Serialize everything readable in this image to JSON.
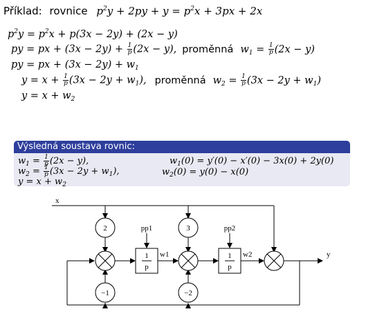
{
  "title": {
    "label": "Příklad:",
    "word": "rovnice",
    "equation": "p²y + 2py + y = p²x + 3px + 2x"
  },
  "derivation": {
    "line1": "p²y = p²x + p(3x − 2y) + (2x − y)",
    "line2": "py = px + (3x − 2y) + ¹⁄ₚ(2x − y),",
    "line2_label": "proměnná",
    "line2_var": "w₁ = ¹⁄ₚ(2x − y)",
    "line3": "py = px + (3x − 2y) + w₁",
    "line4": "y = x + ¹⁄ₚ(3x − 2y + w₁),",
    "line4_label": "proměnná",
    "line4_var": "w₂ = ¹⁄ₚ(3x − 2y + w₁)",
    "line5": "y = x + w₂"
  },
  "result_block": {
    "header": "Výsledná soustava rovnic:",
    "row1_left": "w₁ = ¹⁄ₚ(2x − y),",
    "row1_right": "w₁(0) = y′(0) − x′(0) − 3x(0) + 2y(0)",
    "row2_left": "w₂ = ¹⁄ₚ(3x − 2y + w₁),",
    "row2_right": "w₂(0) = y(0) − x(0)",
    "row3": "y = x + w₂"
  },
  "block_diagram": {
    "input": "x",
    "output": "y",
    "gain_top_1": "2",
    "gain_top_2": "3",
    "gain_bottom_1": "−1",
    "gain_bottom_2": "−2",
    "integrator_num": "1",
    "integrator_den": "p",
    "initial_1": "pp1",
    "initial_2": "pp2",
    "state_1": "w1",
    "state_2": "w2"
  },
  "colors": {
    "block_header": "#2e3e9c",
    "block_body": "#e8e9f2"
  }
}
